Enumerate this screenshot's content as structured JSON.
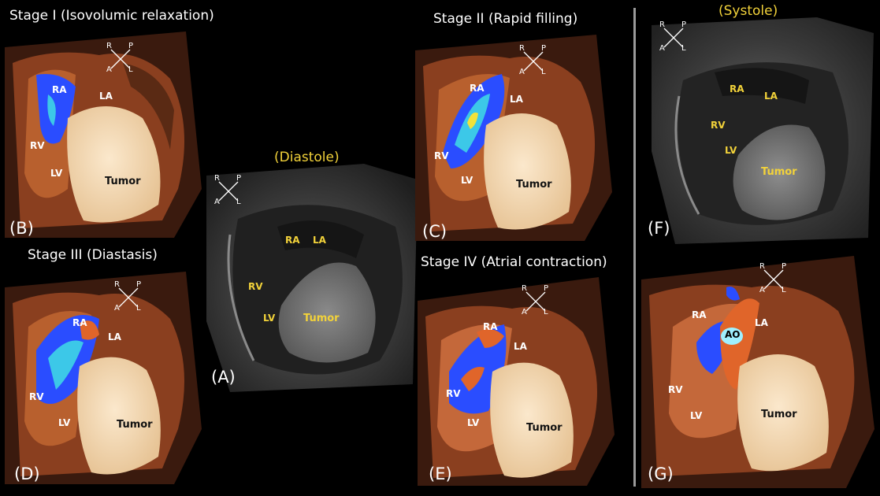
{
  "titles": {
    "stage1": "Stage I (Isovolumic relaxation)",
    "stage2": "Stage II (Rapid filling)",
    "stage3": "Stage III (Diastasis)",
    "stage4": "Stage IV (Atrial contraction)",
    "diastole": "(Diastole)",
    "systole": "(Systole)"
  },
  "panels": {
    "A": "(A)",
    "B": "(B)",
    "C": "(C)",
    "D": "(D)",
    "E": "(E)",
    "F": "(F)",
    "G": "(G)"
  },
  "labels": {
    "ra": "RA",
    "la": "LA",
    "rv": "RV",
    "lv": "LV",
    "ao": "AO",
    "tumor": "Tumor"
  },
  "orientation": {
    "r": "R",
    "p": "P",
    "a": "A",
    "l": "L"
  },
  "colors": {
    "background": "#000000",
    "tumor_fill": "#f3d7b3",
    "tissue": "#a0522d",
    "flow_blue": "#2a4dff",
    "flow_orange": "#e0652a",
    "label_yellow": "#f2d23a",
    "divider": "#9a9a9a"
  }
}
